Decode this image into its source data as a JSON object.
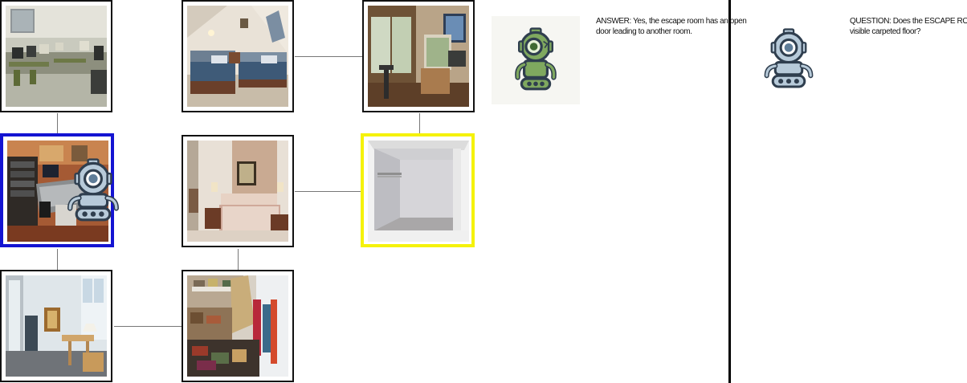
{
  "grid": {
    "rooms": [
      {
        "id": "classroom",
        "name": "computer lab",
        "selected": "none"
      },
      {
        "id": "attic-bedroom",
        "name": "attic bedroom",
        "selected": "none"
      },
      {
        "id": "art-studio",
        "name": "art studio",
        "selected": "none"
      },
      {
        "id": "recording-studio",
        "name": "recording studio",
        "selected": "blue"
      },
      {
        "id": "bedroom",
        "name": "bedroom",
        "selected": "none"
      },
      {
        "id": "empty-closet",
        "name": "empty closet",
        "selected": "yellow"
      },
      {
        "id": "library",
        "name": "library",
        "selected": "none"
      },
      {
        "id": "cluttered-closet",
        "name": "cluttered closet",
        "selected": "none"
      }
    ]
  },
  "answerer": {
    "avatar": "green-robot-icon",
    "text_line1": "ANSWER: Yes, the escape room has an open",
    "text_line2": "door leading to another room."
  },
  "questioner": {
    "avatar": "blue-robot-icon",
    "text_line1": "QUESTION: Does the ESCAPE ROOM have a",
    "text_line2": "visible carpeted floor?"
  },
  "colors": {
    "selected_current": "#1414d2",
    "selected_target": "#f5f20a",
    "edge": "#777777",
    "divider": "#000000"
  }
}
